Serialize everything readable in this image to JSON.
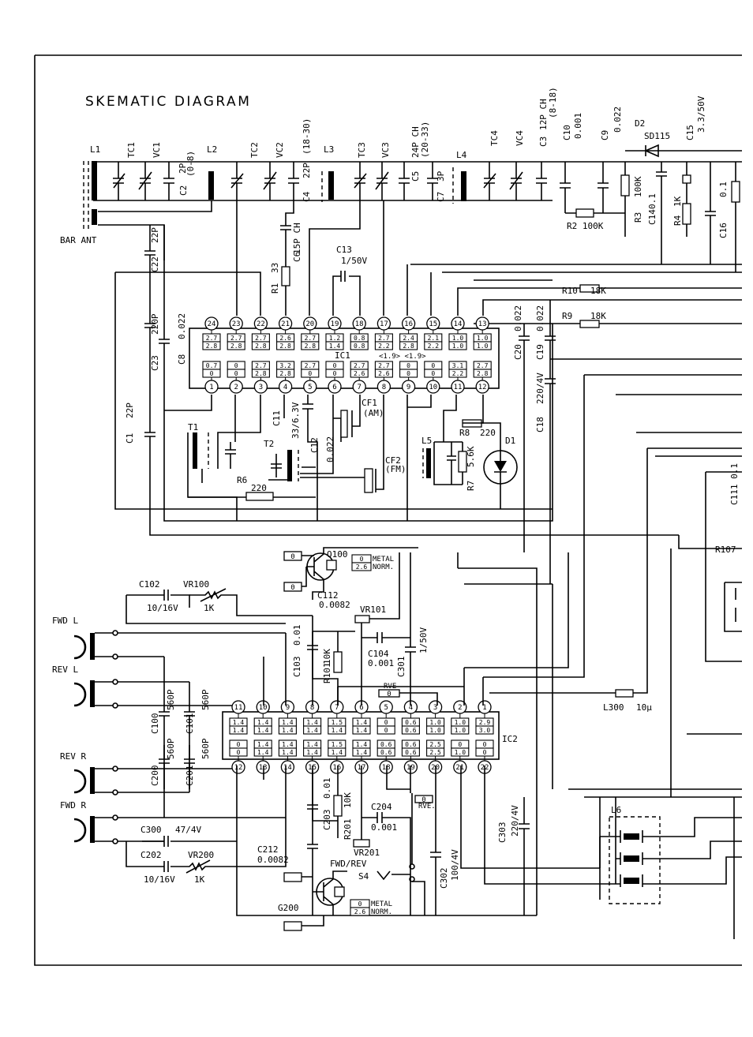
{
  "title": "SKEMATIC DIAGRAM",
  "labels": {
    "L1": "L1",
    "TC1": "TC1",
    "VC1": "VC1",
    "C2": "C2",
    "C2v": "2P",
    "C2r": "(0-8)",
    "L2": "L2",
    "TC2": "TC2",
    "VC2": "VC2",
    "C4": "C4",
    "C4v": "22P",
    "C4r": "(18-30)",
    "L3": "L3",
    "TC3": "TC3",
    "VC3": "VC3",
    "C5": "C5",
    "C5v": "24P CH",
    "C5r": "(20-33)",
    "C7": "C7",
    "C7v": "3P",
    "L4": "L4",
    "TC4": "TC4",
    "VC4": "VC4",
    "C3": "C3",
    "C3v": "12P CH",
    "C3r": "(8-18)",
    "C10": "C10",
    "C10v": "0.001",
    "C9": "C9",
    "C9v": "0.022",
    "D2": "D2",
    "D2v": "SD115",
    "C15": "C15",
    "C15v": "3.3/50V",
    "BAR_ANT": "BAR ANT",
    "C22": "C22",
    "C22v": "22P",
    "C6": "C6",
    "C6v": "15P CH",
    "R1": "R1",
    "R1v": "33",
    "C13": "C13",
    "C13v": "1/50V",
    "R3": "R3",
    "R3v": "100K",
    "C14": "C14",
    "C14v": "0.1",
    "R4": "R4",
    "R4v": "1K",
    "C16": "C16",
    "C16v": "0.1",
    "R2": "R2 100K",
    "R10": "R10",
    "R10v": "18K",
    "R9": "R9",
    "R9v": "18K",
    "C23": "C23",
    "C23v": "220P",
    "C8": "C8",
    "C8v": "0.022",
    "C20": "C20",
    "C20v": "0.022",
    "C19": "C19",
    "C19v": "0.022",
    "C18": "C18",
    "C18v": "220/4V",
    "IC1": "IC1",
    "IC1note": "<1.9> <1.9>",
    "C1": "C1",
    "C1v": "22P",
    "T1": "T1",
    "T2": "T2",
    "C11": "C11",
    "C11v": "33/6.3V",
    "C12": "C12",
    "C12v": "0.022",
    "CF1": "CF1",
    "CF1m": "(AM)",
    "CF2": "CF2",
    "CF2m": "(FM)",
    "R6": "R6",
    "R6v": "220",
    "L5": "L5",
    "R7": "R7",
    "R7v": "5.6K",
    "R8": "R8",
    "R8v": "220",
    "D1": "D1",
    "Q100": "Q100",
    "metal": "METAL",
    "norm": "NORM.",
    "C102": "C102",
    "C102v": "10/16V",
    "VR100": "VR100",
    "VR100v": "1K",
    "C112": "C112",
    "C112v": "0.0082",
    "VR101": "VR101",
    "C103": "C103",
    "C103v": "0.01",
    "R101": "R101",
    "R101v": "10K",
    "C104": "C104",
    "C104v": "0.001",
    "C301": "C301",
    "C301v": "1/50V",
    "RVE": "RVE",
    "RVE2": "RVE.",
    "FWD_L": "FWD L",
    "REV_L": "REV L",
    "REV_R": "REV R",
    "FWD_R": "FWD R",
    "C100": "C100",
    "C100v": "560P",
    "C101": "C101",
    "C101v": "560P",
    "C200": "C200",
    "C200v": "560P",
    "C201": "C201",
    "C201v": "560P",
    "IC2": "IC2",
    "L300": "L300",
    "L300v": "10μ",
    "C203": "C203",
    "C203v": "0.01",
    "R201": "R201",
    "R201v": "10K",
    "C204": "C204",
    "C204v": "0.001",
    "C300": "C300",
    "C300v": "47/4V",
    "C202": "C202",
    "C202v": "10/16V",
    "VR200": "VR200",
    "VR200v": "1K",
    "C212": "C212",
    "C212v": "0.0082",
    "VR201": "VR201",
    "FWDREV": "FWD/REV",
    "S4": "S4",
    "C302": "C302",
    "C302v": "100/4V",
    "C303": "C303",
    "C303v": "220/4V",
    "Q200": "G200",
    "L6": "L6",
    "R107": "R107",
    "C111": "C111 0.1"
  },
  "ic1": {
    "pins_top": [
      "24",
      "23",
      "22",
      "21",
      "20",
      "19",
      "18",
      "17",
      "16",
      "15",
      "14",
      "13"
    ],
    "pins_bottom": [
      "1",
      "2",
      "3",
      "4",
      "5",
      "6",
      "7",
      "8",
      "9",
      "10",
      "11",
      "12"
    ],
    "v_top": [
      [
        "2.7",
        "2.8"
      ],
      [
        "2.7",
        "2.8"
      ],
      [
        "2.7",
        "2.8"
      ],
      [
        "2.6",
        "2.8"
      ],
      [
        "2.7",
        "2.8"
      ],
      [
        "1.2",
        "1.4"
      ],
      [
        "0.8",
        "0.8"
      ],
      [
        "2.7",
        "2.2"
      ],
      [
        "2.4",
        "2.8"
      ],
      [
        "2.1",
        "2.2"
      ],
      [
        "1.0",
        "1.0"
      ],
      [
        "1.0",
        "1.0"
      ]
    ],
    "v_bottom": [
      [
        "0.7",
        "0"
      ],
      [
        "0",
        "0"
      ],
      [
        "2.7",
        "2.8"
      ],
      [
        "3.2",
        "2.8"
      ],
      [
        "2.7",
        "0"
      ],
      [
        "0",
        "0"
      ],
      [
        "2.7",
        "2.6"
      ],
      [
        "2.7",
        "2.6"
      ],
      [
        "0",
        "0"
      ],
      [
        "0",
        "0"
      ],
      [
        "3.1",
        "2.2"
      ],
      [
        "2.7",
        "2.8"
      ]
    ]
  },
  "ic2": {
    "pins_top": [
      "11",
      "10",
      "9",
      "8",
      "7",
      "6",
      "5",
      "4",
      "3",
      "2",
      "1"
    ],
    "pins_bottom": [
      "12",
      "13",
      "14",
      "15",
      "16",
      "17",
      "18",
      "19",
      "20",
      "21",
      "22"
    ],
    "v_top": [
      [
        "1.4",
        "1.4"
      ],
      [
        "1.4",
        "1.4"
      ],
      [
        "1.4",
        "1.4"
      ],
      [
        "1.4",
        "1.4"
      ],
      [
        "1.5",
        "1.4"
      ],
      [
        "1.4",
        "1.4"
      ],
      [
        "0",
        "0"
      ],
      [
        "0.6",
        "0.6"
      ],
      [
        "1.0",
        "1.0"
      ],
      [
        "1.0",
        "1.0"
      ],
      [
        "2.9",
        "3.0"
      ]
    ],
    "v_bottom": [
      [
        "0",
        "0"
      ],
      [
        "1.4",
        "1.4"
      ],
      [
        "1.4",
        "1.4"
      ],
      [
        "1.4",
        "1.4"
      ],
      [
        "1.5",
        "1.4"
      ],
      [
        "1.4",
        "1.4"
      ],
      [
        "0.6",
        "0.6"
      ],
      [
        "0.6",
        "0.6"
      ],
      [
        "2.5",
        "2.5"
      ],
      [
        "0",
        "1.0"
      ],
      [
        "0",
        "0"
      ]
    ]
  },
  "q100_box": [
    "0",
    "2.6"
  ],
  "q200_box": [
    "0",
    "2.6"
  ],
  "q_base_values": [
    "0",
    "0",
    "0",
    "0"
  ]
}
